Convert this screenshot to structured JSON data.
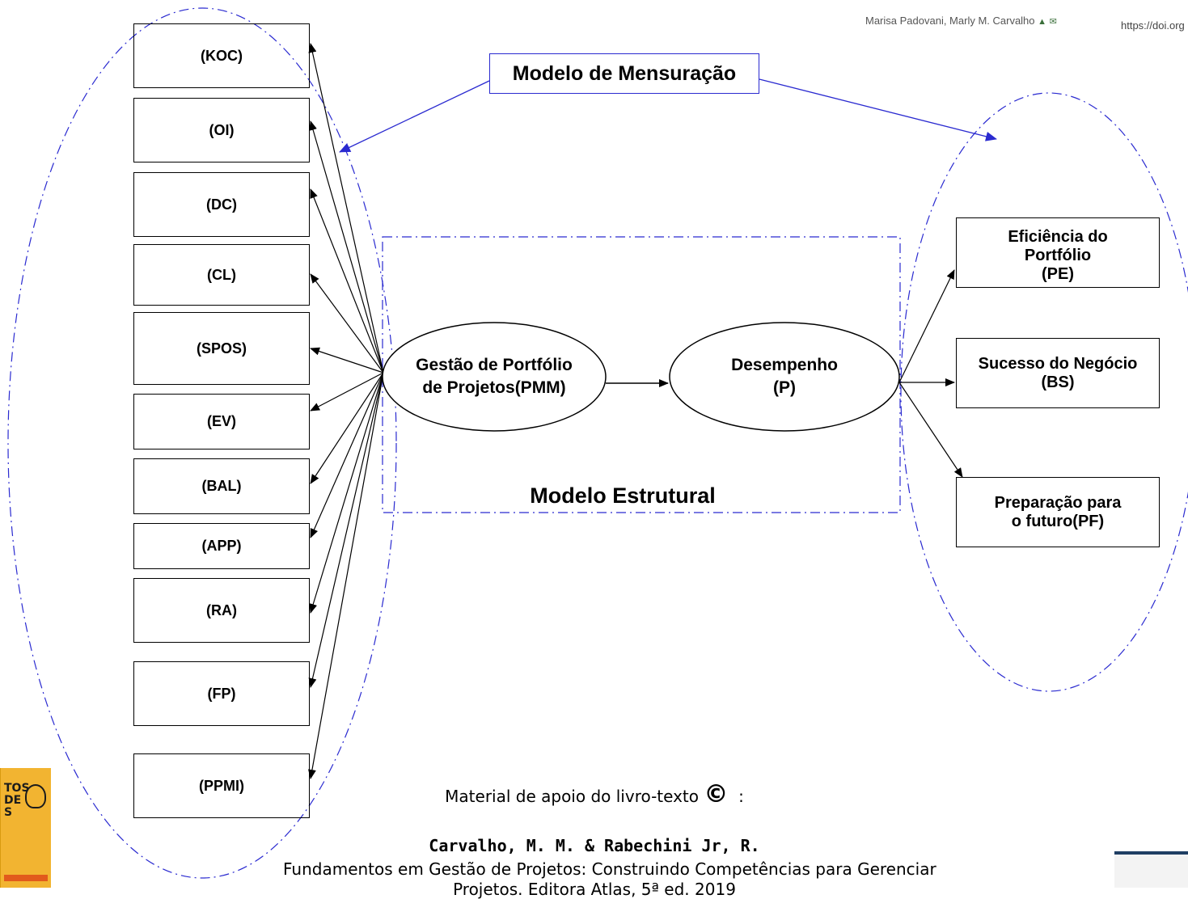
{
  "header": {
    "authors": "Marisa Padovani, Marly M. Carvalho",
    "url": "https://doi.org"
  },
  "diagram": {
    "measurement_label": "Modelo de Mensuração",
    "structural_label": "Modelo Estrutural",
    "pmm_label": "Gestão de Portfólio\nde Projetos(PMM)",
    "performance_label": "Desempenho\n(P)",
    "left_indicators": [
      "(KOC)",
      "(OI)",
      "(DC)",
      "(CL)",
      "(SPOS)",
      "(EV)",
      "(BAL)",
      "(APP)",
      "(RA)",
      "(FP)",
      "(PPMI)"
    ],
    "right_indicators": [
      "Eficiência do\nPortfólio\n(PE)",
      "Sucesso do Negócio\n(BS)",
      "Preparação para\no futuro(PF)"
    ],
    "colors": {
      "callout": "#2a2ad0",
      "lines": "#000000"
    }
  },
  "footer": {
    "line1": "Material de apoio do livro-texto",
    "copyright_symbol": "©",
    "colon": ":",
    "line2": "Carvalho, M. M. & Rabechini Jr, R.",
    "line3": "Fundamentos em Gestão de Projetos: Construindo Competências para Gerenciar",
    "line4": "Projetos. Editora Atlas, 5ª ed. 2019"
  },
  "book_cover": {
    "title_fragment": "TOS\nDE\nS",
    "icon": "lightbulb-icon"
  }
}
